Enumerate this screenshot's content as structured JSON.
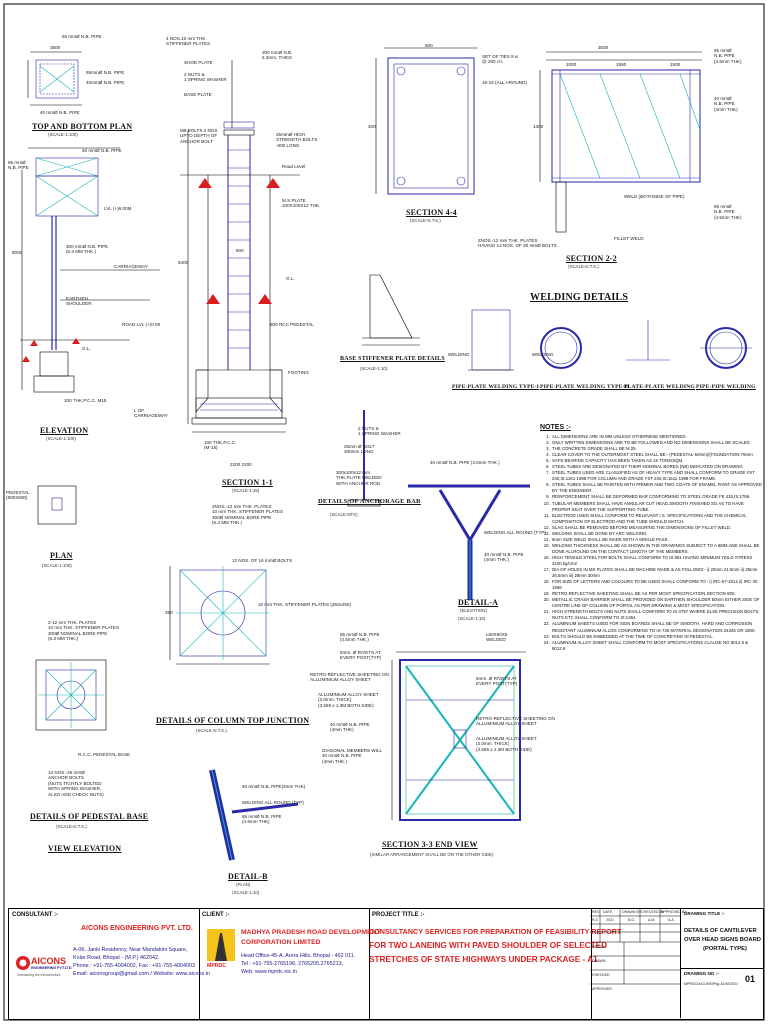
{
  "sections": {
    "top_bottom_plan": {
      "title": "TOP AND BOTTOM PLAN",
      "scale": "(SCALE-1:100)"
    },
    "elevation": {
      "title": "ELEVATION",
      "scale": "(SCALE-1:100)"
    },
    "plan": {
      "title": "PLAN",
      "scale": "(SCALE-1:100)"
    },
    "pedestal_base": {
      "title": "DETAILS OF PEDESTAL BASE",
      "scale": "(SCALE-N.T.S.)"
    },
    "view_elevation": {
      "title": "VIEW ELEVATION"
    },
    "section_1_1": {
      "title": "SECTION 1-1",
      "scale": "(SCALE-1:25)"
    },
    "column_top": {
      "title": "DETAILS OF COLUMN TOP JUNCTION",
      "scale": "(SCALE-N.T.S.)"
    },
    "detail_b": {
      "title": "DETAIL-B",
      "sub": "(PLAN)",
      "scale": "(SCALE-1:10)"
    },
    "section_4_4": {
      "title": "SECTION 4-4",
      "scale": "(SCALE-N.T.S.)"
    },
    "base_stiffener": {
      "title": "BASE STIFFENER PLATE DETAILS",
      "scale": "(SCALE-1:10)"
    },
    "anchorage_bar": {
      "title": "DETAILS OF ANCHORAGE BAR",
      "scale": "(SCALE-NTS)"
    },
    "detail_a": {
      "title": "DETAIL-A",
      "sub": "(ELEVATION)",
      "scale": "(SCALE-1:10)"
    },
    "section_2_2": {
      "title": "SECTION 2-2",
      "scale": "(SCALE-N.T.S.)"
    },
    "welding_details": {
      "title": "WELDING DETAILS"
    },
    "section_3_3": {
      "title": "SECTION 3-3  END VIEW",
      "scale": "(SIMILAR ARRANGEMENT SHALL BE ON THE OTHER SIDE)"
    }
  },
  "welding_types": [
    "PIPE-PLATE WELDING TYPE-I",
    "PIPE-PLATE WELDING TYPE-II",
    "PLATE-PLATE WELDING",
    "PIPE-PIPE WELDING"
  ],
  "labels": {
    "pipe65_top": "65 mmØ N.B. PIPE",
    "pipe65_side": "65mmØ N.B. PIPE",
    "pipe40_top": "40mmØ N.B. PIPE",
    "pipe40_bot": "40 mmØ N.B. PIPE",
    "pipe65_elev": "65 mmØ\nN.B. PIPE",
    "pipe40_elev": "40 mmØ N.B. PIPE",
    "lvl": "LVL (+)6.00M",
    "pipe300_elev": "300 mmØ N.B. PIPE\n(6.3 MM THK.)",
    "carriageway": "CARRIAGEWAY",
    "earthen": "EARTHEN\nSHOULDER",
    "road_lvl": "ROAD LVL (+)0.00",
    "gl": "G.L.",
    "pcc": "100 THK.P.C.C. M15",
    "carriageway_l": "L OF\nCARRIAGEWAY",
    "pedestal_plan": "PEDESTAL\n(800X800)",
    "stiff4": "4 NOS.10 mm THK.\nSTIFFENER PLATES",
    "shoe_plate": "SHOE PLATE",
    "nuts_washer": "2 NUTS &\n1 SPRING WASHER",
    "base_plate": "BASE PLATE",
    "anchor_bolt": "M8 BOLTS 2 NOS\nUPTO DEPTH OF\nANCHOR BOLT",
    "pipe300_thk": "300 mmØ N.B.\n6.3mm. THICK",
    "strength_bolt": "25mmØ HIGH\nSTRENGTH BOLTS\n-600 LONG",
    "ms_plate": "M.S PLATE\n100X100X12 THK.",
    "road_level": "Road Level",
    "rcc_pedestal": "800 RCC PEDESTAL",
    "footing": "FOOTING",
    "pcc_sec": "100 THK.P.C.C.\n(M-15)",
    "dims_base": "2200 2200",
    "ties": "SET OF TIES 8 ø\n@ 200 c/c",
    "around": "16-16 (ALL AROUND)",
    "pipe_4_5": "65 mmØ\nN.B. PIPE\n(4.5mm THK)",
    "pipe_40_4": "40 mmØ\nN.B. PIPE\n(4mm THK)",
    "weld_both": "WELD (BOTHSIDE OF PIPE)",
    "fillet": "FILLET WELD",
    "plates_2nos": "2NOS.-12 mm THK. PLATES\nHAVING 12 NOS. OF 20 mmØ BOLTS",
    "pipe_65_right": "65 mmØ\nN.B. PIPE\n(4.5mm THK)",
    "welding_l": "WELDING",
    "bolt_26": "26mm Ø BOLT\n300mm LONG",
    "plate_anchor": "300x100x12 mm\nTHK.PLATE WELDED\nWITH ANCHOR ROD",
    "nut_washer2": "2 NUTS &\n1 SPRING WASHER",
    "pipe40_detail": "40 mmØ N.B. PIPE (4.5mm THK.)",
    "welding_around": "WELDING ALL ROUND (TYP)",
    "pipe40_4mm": "40 mmØ N.B. PIPE\n(4mm THK.)",
    "col_plates": "2NOS.-12 mm THK. PLATES\n10 mm THK. STIFFENER PLATES\n300Ø NOMINAL BORE PIPE\n(6.3 MM THK.)",
    "bolts12": "12 NOS. OF 16 mmØ BOLTS",
    "stiff_250": "10 mm THK. STIFFENER PLATES (250x250)",
    "ped_plates": "2-12 mm THK. PLATES\n10 mm THK. STIFFENER PLATES\n300Ø NOMINAL BORE PIPE\n(6.3 MM THK.)",
    "rcc_base": "R.C.C. PEDESTAL BASE",
    "anchor_bolts": "12 NOS.-25 mmØ\nANCHOR BOLTS\n(NUTS TIGHTLY BOLTED\nWITH SPRING WASHER,\nALSO ADD CHECK NUTS)",
    "detb_pipe40": "40 mmØ N.B. PIPE(4mm THK)",
    "detb_weld": "WELDING ALL ROUND (TYP)",
    "detb_pipe65": "65 mmØ N.B. PIPE\n(4.5mm THK)",
    "s33_pipe65": "65 mmØ N.B. PIPE\n(4.5mm THK.)",
    "s33_rivets": "5mm. Ø RIVETS AT\nEVERY POST(TYP)",
    "s33_retro": "RETRO-REFLECTIVE SHEETING ON\nALLUMINIUM ALLOY SHEET",
    "s33_alu": "ALLUMINIUM ALLOY SHEET\n(3.0mm. THICK)\n(3.565 x 1.3M BOTH SIDE)",
    "s33_pipe40": "40 mmØ N.B. PIPE\n(4mm THK)",
    "s33_diag": "DIAGONAL MEMBERS WILL\n40 mmØ N.B. PIPE\n(4mm THK.)",
    "s33_welded": "L50X50X5\nWELDED",
    "s33_rivets_r": "5mm. Ø RIVETS AT\nEVERY POST(TYP)",
    "s33_retro_r": "RETRO-REFLECTIVE SHEETING ON\nALLUMINIUM ALLOY SHEET",
    "s33_alu_r": "ALLUMINIUM ALLOY SHEET\n(3.0mm. THICK)\n(3.565 x 1.3M BOTH SIDE)"
  },
  "dims": {
    "d3500": "3500",
    "d3000": "3000",
    "d1000": "1000",
    "d1550": "1550",
    "d1500": "1500",
    "d1300": "1300",
    "d800": "800",
    "d600": "600",
    "d400": "400",
    "d250": "250",
    "d8000": "8000",
    "d5400": "5400"
  },
  "notes": {
    "heading": "NOTES :-",
    "items": [
      "ALL DIMENSIONS ARE IN MM UNLESS OTHERWISE MENTIONED.",
      "ONLY WRITTEN DIMENSIONS ARE TO BE FOLLOWED AND NO DIMENSIONS SHALL BE SCALED.",
      "THE CONCRETE GRADE SHALL BE M 25.",
      "CLEAR COVER TO THE OUTERMOST STEEL SHALL BE:- (PEDESTAL-50mm)/(FOUNDATION-75mm",
      "SAFE BEARING CAPACITY HAS BEEN TAKEN AS 15 TONS/SQM.",
      "STEEL TUBES ARE DESIGNATED BY THEIR NOMINAL BORES (NB) INDICATED ON DRAWING",
      "STEEL TUBES USED ARE CLASSIFIED AS OF HEAVY TYPE AND SHALL CONFORM TO GRADE YST 240,IS:1161-1998 FOR COLUMN AND GRADE YST 240,IS:1611-1998 FOR FRAME.",
      "STEEL TUBES SHALL BE PAINTED WITH PRIMER AND TWO COATS OF ENAMEL PAINT AS APPROVED BY THE ENGINEER.",
      "REINFORCEMENT SHALL BE DEFORMED BAR CONFORMING TO STEEL GRADE FE 415,IS:1786.",
      "TUBULAR MEMBERS SHALL HAVE ANNULAR CUT HEAD,SMOOTH FINISHED SO AS TO HAVE PROPER SEAT OVER THE SUPPORTING TUBE.",
      "ELECTROD USED SHALL CONFORM TO RELEVANT I.S. SPECIFICATIONS AND THE CHEMICAL COMPOSITION OF ELECTROD AND THE TUBE SHOULD MATCH.",
      "SLAG SHALL BE REMOVED BEFORE MEASURING THE DIMENSIONS OF FILLET WELD.",
      "WELDING SHALL BE DONE BY ARC WELDING.",
      "6mm SIZE WELD SHALL BE MADE WITH A SINGLE PASS.",
      "WELDING THICKNESS SHALL BE AS SHOWN IN THE DRAWINGS SUBJECT TO A 6MM AND SHALL BE DONE ALLROUND ON THE CONTACT LENGTH OF THE MEMBERS.",
      "HIGH TENSILE STEEL FOR BOLTS SHALL CONFORM TO IS:961 HAVING MINIMUM YEILD STRESS 3100 kg/cm2",
      "DIA OF HOLES IN MS PLATES SHALL BE MACHINE MADE & AS FOLLOWS:- i) 20mm 21.5mm ii) 25mm 26.5mm iii) 28mm 30mm",
      "FOR SIZE OF LETTERS AND COLOURS TO BE USED SHALL CONFORM TO : i) IRC-67-2012 ii) IRC-30 1968",
      "RETRO-REFLECTIVE SHEETING SHALL BE AS PER MOST SPECIFICATION SECTION 800.",
      "METALLIC CRASH BARRIER SHALL BE PROVIDED ON EARTHEN SHOULDER 50mm EITHER SIDE OF CENTRE LINE OF COLUMN OF PORTAL AS PER DRAWING & MOST SPECIFICATION.",
      "HIGH STRENGTH BOLTS AND NUTS SHALL CONFORM TO IS-3757 WHERE ELSE PRECISION BOLTS, NUTS ETC SHALL CONFORM TO IS:1364.",
      "ALUMINIUM SHEETS USED FOR SIGN BOARDS SHALL BE OF SMOOTH, HARD AND CORROSION RESISTANT ALUMINIUM ALLOG CONFORMING TO IS-736 MATERIAL DESIGNATION 24345 OR 1900.",
      "BOLTS SHOULD BE EMBEDDED AT THE TIME OF CONCRETING IN PEDESTAL.",
      "ALUMINIUM ALLOY SHEET SHALL CONFORM TO MOST SPECIFICATIONS CLAUSE NO 8012.5 & 8012.6"
    ]
  },
  "title_block": {
    "consultant_head": "CONSULTANT :-",
    "consultant_name": "AICONS ENGINEERING PVT. LTD.",
    "consultant_addr": [
      "A-06, Janki Residency, Near Mandakini Square,",
      "Kolar Road, Bhopal - (M.P.) 462042.",
      "Phone : +91-755-4004002, Fax : +91-755-4004003",
      "Email: aiconsgroup@gmail.com / Website: www.aicons.in"
    ],
    "logo_text": "AICONS",
    "logo_sub": "ENGINEERING PVT.LTD.",
    "logo_tag": "Unleashing the Infrastructure",
    "client_head": "CLIENT :-",
    "client_name": [
      "MADHYA PRADESH ROAD DEVELOPMENT",
      "CORPORATION LIMITED"
    ],
    "client_addr": [
      "Head Office-45-A, Arera Hills, Bhopal - 462 011.",
      "Tel : +91-755-2765196, 2765205,2765213,",
      "Web: www.mprdc.nic.in"
    ],
    "client_logo": "MPRDC",
    "project_head": "PROJECT TITLE :-",
    "project_title": [
      "CONSULTANCY SERVICES FOR PREPARATION OF FEASIBILITY REPORT",
      "FOR TWO LANEING WITH PAVED SHOULDER OF SELECTED",
      "STRETCHES OF STATE HIGHWAYS UNDER PACKAGE - A1"
    ],
    "rev_headers": [
      "REV.",
      "DATE",
      "DRAWN BY",
      "CHECKED BY",
      "APPROVED BY"
    ],
    "rev_row": [
      "R-0",
      "2021",
      "B.G.",
      "A.M.",
      "A.A."
    ],
    "rev_labels": [
      "DESIGN",
      "DRAWN",
      "CHECKED",
      "APPROVED"
    ],
    "drawing_title_head": "DRAWING TITLE :-",
    "drawing_title": [
      "DETAILS OF CANTILEVER",
      "OVER HEAD SIGNS BOARD",
      "(PORTAL TYPE)"
    ],
    "drawing_no_head": "DRAWING NO :-",
    "drawing_no": "MPRDC/AICONS/Pkg-A1/MOSG/",
    "sheet_no": "01"
  },
  "colors": {
    "steel": "#2a2aa8",
    "accent": "#19b5b5",
    "weld_red": "#d81e1e",
    "project_red": "#d22222",
    "client_blue": "#1a1a8a"
  }
}
